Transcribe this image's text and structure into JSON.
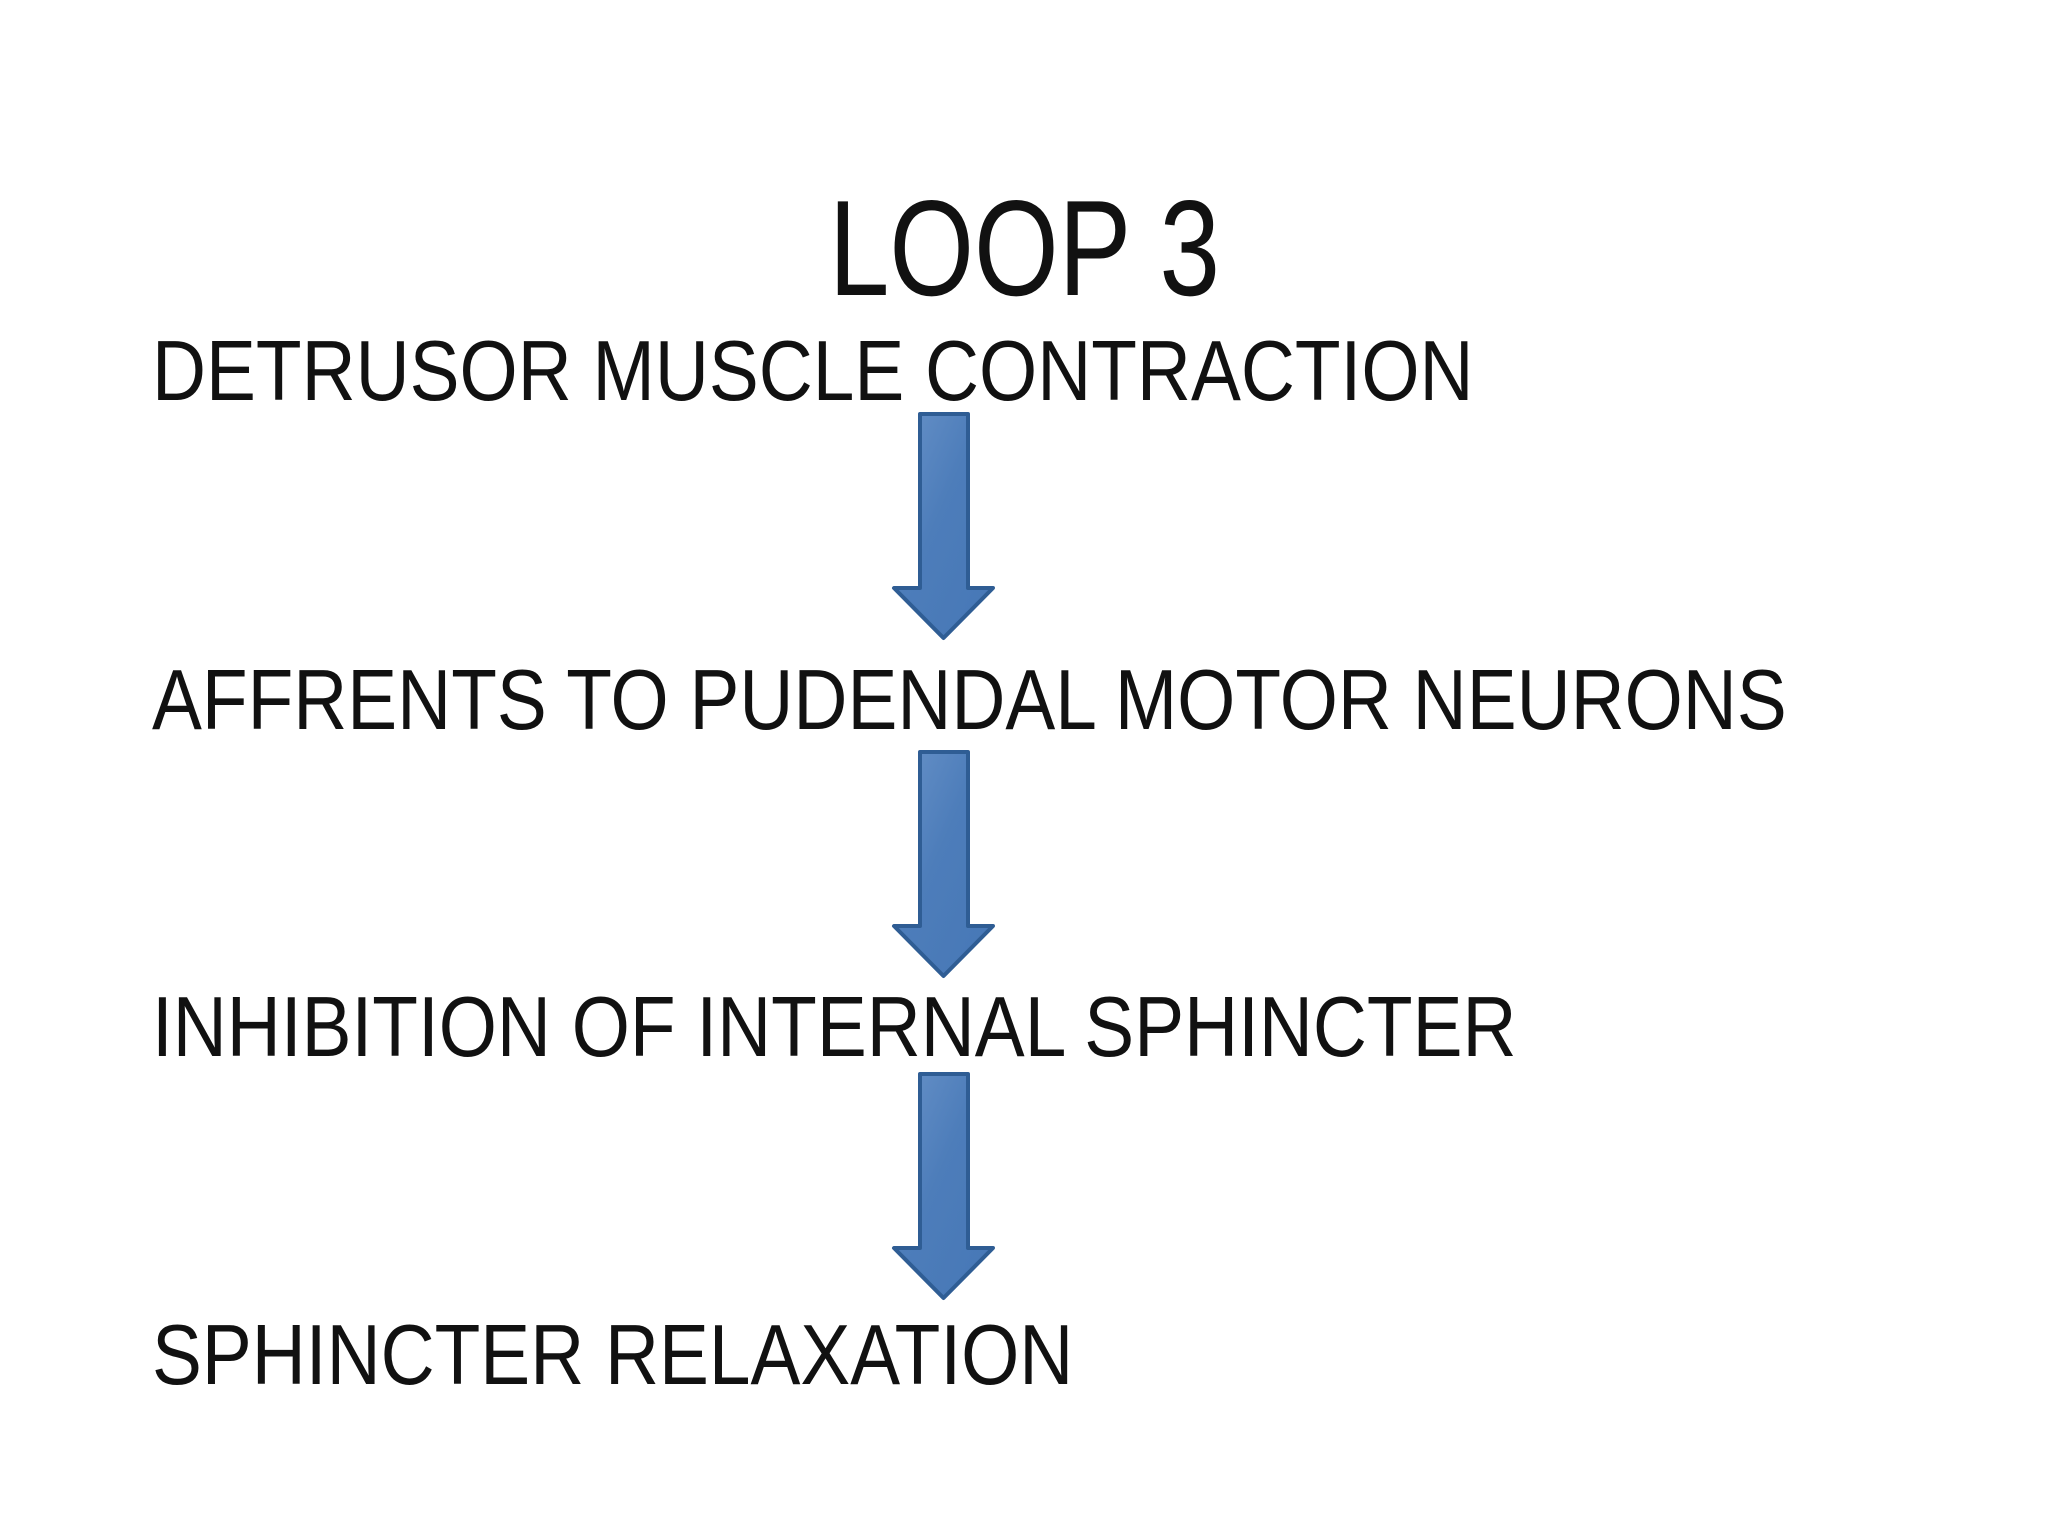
{
  "slide": {
    "title": "LOOP 3",
    "steps": [
      "DETRUSOR MUSCLE CONTRACTION",
      "AFFRENTS TO PUDENDAL MOTOR NEURONS",
      "INHIBITION OF INTERNAL SPHINCTER",
      "SPHINCTER RELAXATION"
    ],
    "arrows": {
      "direction": "down",
      "count": 3,
      "fill": "#4d7dba",
      "fill_light": "#6892c8",
      "fill_dark": "#4677b6",
      "border": "#2f5d94"
    },
    "colors": {
      "background": "#ffffff",
      "text": "#111111"
    }
  }
}
